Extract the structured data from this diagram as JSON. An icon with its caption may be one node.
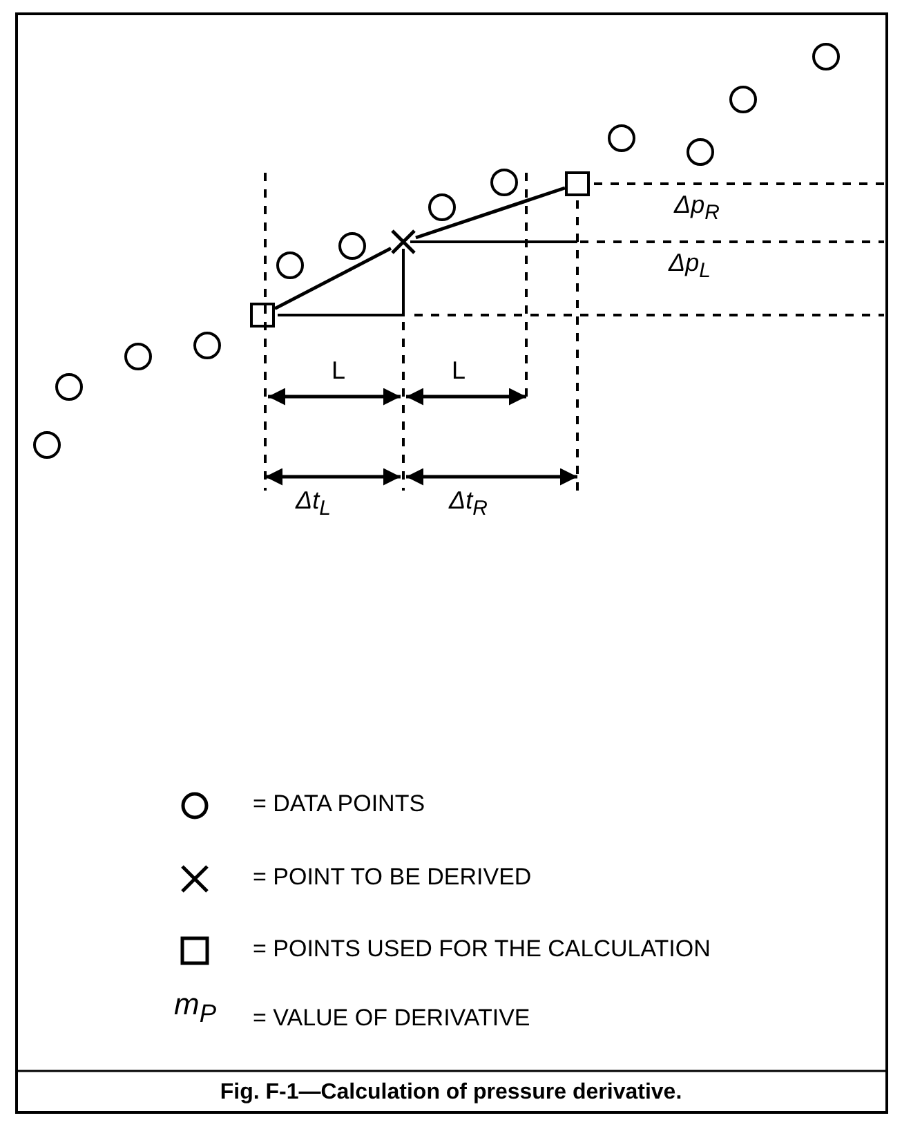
{
  "diagram": {
    "caption": "Fig. F-1—Calculation of pressure derivative.",
    "nodes": [
      {
        "text": [],
        "shape": "box"
      },
      {
        "text": [],
        "shape": "cross"
      },
      {
        "text": [],
        "shape": "box"
      }
    ],
    "edges": [
      {
        "from": 0,
        "to": 1,
        "arrow": "none"
      },
      {
        "from": 1,
        "to": 2,
        "arrow": "none"
      }
    ],
    "labels": [
      "Δp$_{R}$",
      "Δp$_{L}$",
      "L",
      "L",
      "Δt$_{L}$",
      "Δt$_{R}$",
      "m$_{P}$"
    ],
    "legend": [
      {
        "text": "= DATA POINTS"
      },
      {
        "text": "= POINT TO BE DERIVED"
      },
      {
        "text": "= POINTS USED FOR THE CALCULATION"
      },
      {
        "text": "= VALUE OF DERIVATIVE"
      }
    ]
  }
}
